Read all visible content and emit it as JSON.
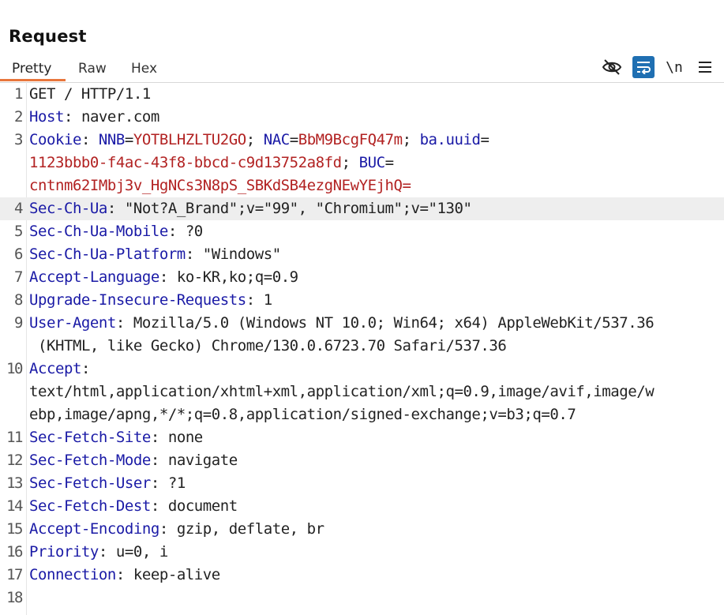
{
  "panel": {
    "title": "Request"
  },
  "tabs": [
    {
      "label": "Pretty"
    },
    {
      "label": "Raw"
    },
    {
      "label": "Hex"
    }
  ],
  "toolbar": {
    "newline_label": "\\n",
    "icons": [
      "hide-eye-icon",
      "wrap-lines-icon",
      "newline-icon",
      "menu-icon"
    ]
  },
  "colors": {
    "accent_tab": "#e8763c",
    "header_name": "#1a1aa6",
    "cookie_value": "#b22222",
    "wrap_active": "#1f6fb2"
  },
  "request": {
    "l1": "GET / HTTP/1.1",
    "h2_name": "Host",
    "h2_value": "naver.com",
    "h3_name": "Cookie",
    "c_nnb_name": "NNB",
    "c_nnb_value": "YOTBLHZLTU2GO",
    "c_nac_name": "NAC",
    "c_nac_value": "BbM9BcgFQ47m",
    "c_uuid_name": "ba.uuid",
    "c_uuid_value": "1123bbb0-f4ac-43f8-bbcd-c9d13752a8fd",
    "c_buc_name": "BUC",
    "c_buc_value": "cntnm62IMbj3v_HgNCs3N8pS_SBKdSB4ezgNEwYEjhQ=",
    "h4_name": "Sec-Ch-Ua",
    "h4_value": "\"Not?A_Brand\";v=\"99\", \"Chromium\";v=\"130\"",
    "h5_name": "Sec-Ch-Ua-Mobile",
    "h5_value": "?0",
    "h6_name": "Sec-Ch-Ua-Platform",
    "h6_value": "\"Windows\"",
    "h7_name": "Accept-Language",
    "h7_value": "ko-KR,ko;q=0.9",
    "h8_name": "Upgrade-Insecure-Requests",
    "h8_value": "1",
    "h9_name": "User-Agent",
    "h9_value_a": "Mozilla/5.0 (Windows NT 10.0; Win64; x64) AppleWebKit/537.36",
    "h9_value_b": "(KHTML, like Gecko) Chrome/130.0.6723.70 Safari/537.36",
    "h10_name": "Accept",
    "h10_value_a": "text/html,application/xhtml+xml,application/xml;q=0.9,image/avif,image/w",
    "h10_value_b": "ebp,image/apng,*/*;q=0.8,application/signed-exchange;v=b3;q=0.7",
    "h11_name": "Sec-Fetch-Site",
    "h11_value": "none",
    "h12_name": "Sec-Fetch-Mode",
    "h12_value": "navigate",
    "h13_name": "Sec-Fetch-User",
    "h13_value": "?1",
    "h14_name": "Sec-Fetch-Dest",
    "h14_value": "document",
    "h15_name": "Accept-Encoding",
    "h15_value": "gzip, deflate, br",
    "h16_name": "Priority",
    "h16_value": "u=0, i",
    "h17_name": "Connection",
    "h17_value": "keep-alive"
  },
  "line_numbers": [
    "1",
    "2",
    "3",
    "4",
    "5",
    "6",
    "7",
    "8",
    "9",
    "10",
    "11",
    "12",
    "13",
    "14",
    "15",
    "16",
    "17",
    "18"
  ]
}
